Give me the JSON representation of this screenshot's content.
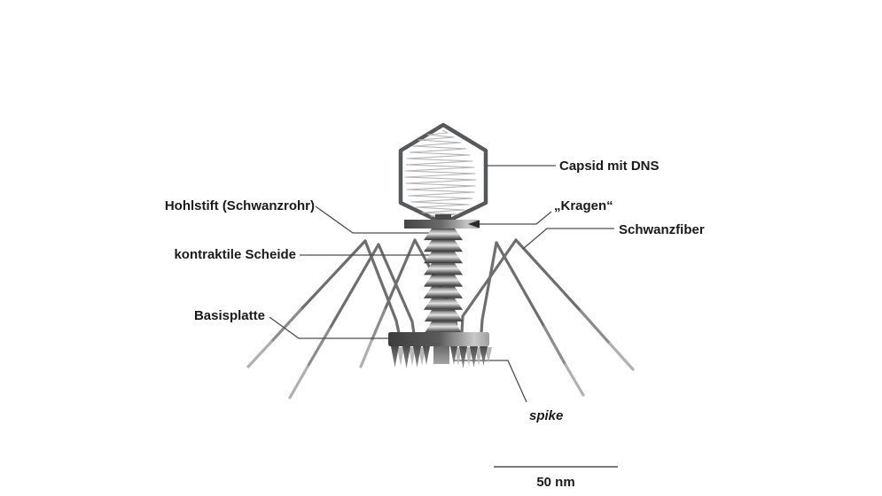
{
  "figure": {
    "subject": "Bakteriophage Aufbau (bacteriophage structure diagram)",
    "background_color": "#ffffff"
  },
  "labels": {
    "capsid": "Capsid mit DNS",
    "hohlstift": "Hohlstift (Schwanzrohr)",
    "kontraktile_scheide": "kontraktile Scheide",
    "basisplatte": "Basisplatte",
    "kragen": "„Kragen“",
    "schwanzfiber": "Schwanzfiber",
    "spike": "spike"
  },
  "scale_bar": {
    "label": "50 nm"
  },
  "colors": {
    "label_text": "#1a1a1a",
    "leader_line": "#4d4d4d",
    "capsid_outline": "#57585a",
    "dna_strand": "#b4b4b4",
    "tail_fiber": "#6e6e6e",
    "tail_fiber_fade": "#b0b0b0"
  }
}
